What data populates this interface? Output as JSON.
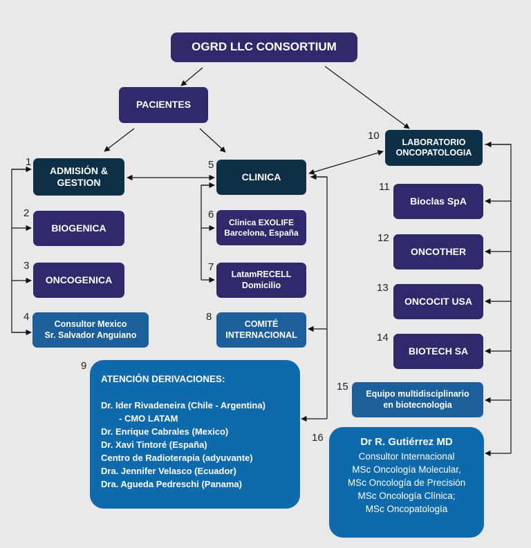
{
  "title": "OGRD LLC CONSORTIUM",
  "pacientes": "PACIENTES",
  "admision": {
    "number": "1",
    "lines": [
      "ADMISIÓN &",
      "GESTION"
    ]
  },
  "biogenica": {
    "number": "2",
    "label": "BIOGENICA"
  },
  "oncogenica": {
    "number": "3",
    "label": "ONCOGENICA"
  },
  "consultor_mexico": {
    "number": "4",
    "lines": [
      "Consultor Mexico",
      "Sr. Salvador Anguiano"
    ]
  },
  "clinica": {
    "number": "5",
    "label": "CLINICA"
  },
  "exolife": {
    "number": "6",
    "lines": [
      "Clinica EXOLIFE",
      "Barcelona, España"
    ]
  },
  "latamrecell": {
    "number": "7",
    "lines": [
      "LatamRECELL",
      "Domicilio"
    ]
  },
  "comite": {
    "number": "8",
    "lines": [
      "COMITÉ",
      "INTERNACIONAL"
    ]
  },
  "derivaciones": {
    "number": "9",
    "heading": "ATENCIÓN DERIVACIONES:",
    "items": [
      "Dr. Ider Rivadeneira (Chile - Argentina)",
      "- CMO LATAM",
      "Dr. Enrique Cabrales (Mexico)",
      "Dr. Xavi Tintoré (España)",
      "Centro de Radioterapia (adyuvante)",
      "Dra. Jennifer Velasco (Ecuador)",
      "Dra. Agueda Pedreschi (Panama)"
    ]
  },
  "laboratorio": {
    "number": "10",
    "lines": [
      "LABORATORIO",
      "ONCOPATOLOGIA"
    ]
  },
  "bioclas": {
    "number": "11",
    "label": "Bioclas SpA"
  },
  "oncother": {
    "number": "12",
    "label": "ONCOTHER"
  },
  "oncocit": {
    "number": "13",
    "label": "ONCOCIT USA"
  },
  "biotech": {
    "number": "14",
    "label": "BIOTECH SA"
  },
  "equipo": {
    "number": "15",
    "lines": [
      "Equipo multidisciplinario",
      "en biotecnologia"
    ]
  },
  "gutierrez": {
    "number": "16",
    "heading": "Dr R. Gutiérrez MD",
    "items": [
      "Consultor Internacional",
      "MSc Oncología Molecular,",
      "MSc Oncología de Precisión",
      "MSc Oncología Clínica;",
      "MSc Oncopatología"
    ]
  },
  "colors": {
    "purple": "#2e2a6b",
    "dark_navy": "#0f2f47",
    "steel_blue": "#1c5f9b",
    "bright_blue": "#0e6aab",
    "background": "#e9e9ea"
  }
}
